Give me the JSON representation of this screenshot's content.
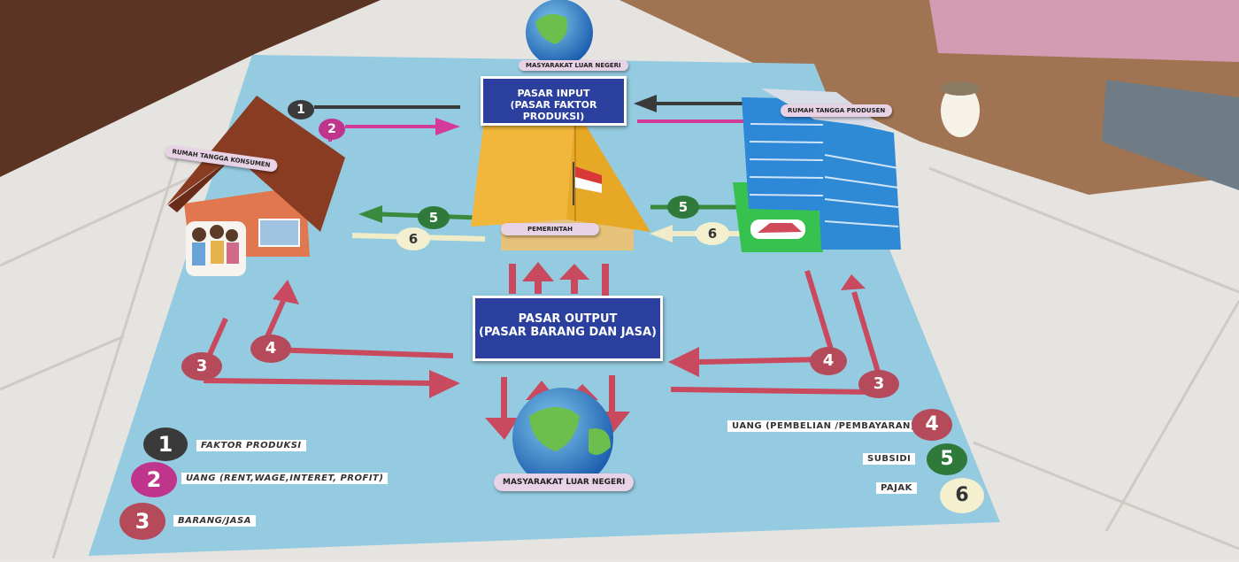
{
  "board": {
    "pasar_input": {
      "line1": "PASAR INPUT",
      "line2": "(PASAR FAKTOR PRODUKSI)"
    },
    "pasar_output": {
      "line1": "PASAR OUTPUT",
      "line2": "(PASAR BARANG DAN JASA)"
    },
    "rumah_tangga_konsumen": "RUMAH TANGGA KONSUMEN",
    "rumah_tangga_produsen": "RUMAH TANGGA PRODUSEN",
    "pemerintah": "PEMERINTAH",
    "masyarakat_luar_negeri_top": "MASYARAKAT LUAR NEGERI",
    "masyarakat_luar_negeri_bottom": "MASYARAKAT LUAR NEGERI"
  },
  "flow_numbers": {
    "n1": "1",
    "n2": "2",
    "n3": "3",
    "n4": "4",
    "n5": "5",
    "n6": "6"
  },
  "legend_left": [
    {
      "num": "1",
      "text": "FAKTOR PRODUKSI"
    },
    {
      "num": "2",
      "text": "UANG (RENT,WAGE,INTERET, PROFIT)"
    },
    {
      "num": "3",
      "text": "BARANG/JASA"
    }
  ],
  "legend_right": [
    {
      "num": "4",
      "text": "UANG (PEMBELIAN /PEMBAYARAN)"
    },
    {
      "num": "5",
      "text": "SUBSIDI"
    },
    {
      "num": "6",
      "text": "PAJAK"
    }
  ],
  "colors": {
    "board": "#94cbe0",
    "arrow_red": "#c94a5e",
    "arrow_magenta": "#d43a9a",
    "arrow_green": "#3a8a3e",
    "arrow_cream": "#f0ecc8",
    "circle_1": "#3a3a3a",
    "circle_2": "#c0358c",
    "circle_3": "#b54a5a",
    "circle_4": "#b54a5a",
    "circle_5": "#2f7a3a",
    "circle_6": "#f3efcf"
  }
}
